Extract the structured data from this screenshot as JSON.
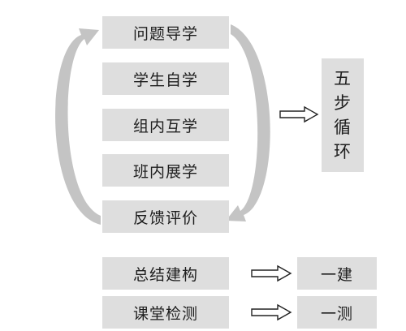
{
  "steps": [
    "问题导学",
    "学生自学",
    "组内互学",
    "班内展学",
    "反馈评价"
  ],
  "cycle_label": [
    "五",
    "步",
    "循",
    "环"
  ],
  "summary_rows": [
    {
      "left": "总结建构",
      "right": "一建"
    },
    {
      "left": "课堂检测",
      "right": "一测"
    }
  ],
  "colors": {
    "box_fill": "#dedede",
    "arc": "#c4c4c4",
    "arrow_outline": "#222222"
  }
}
